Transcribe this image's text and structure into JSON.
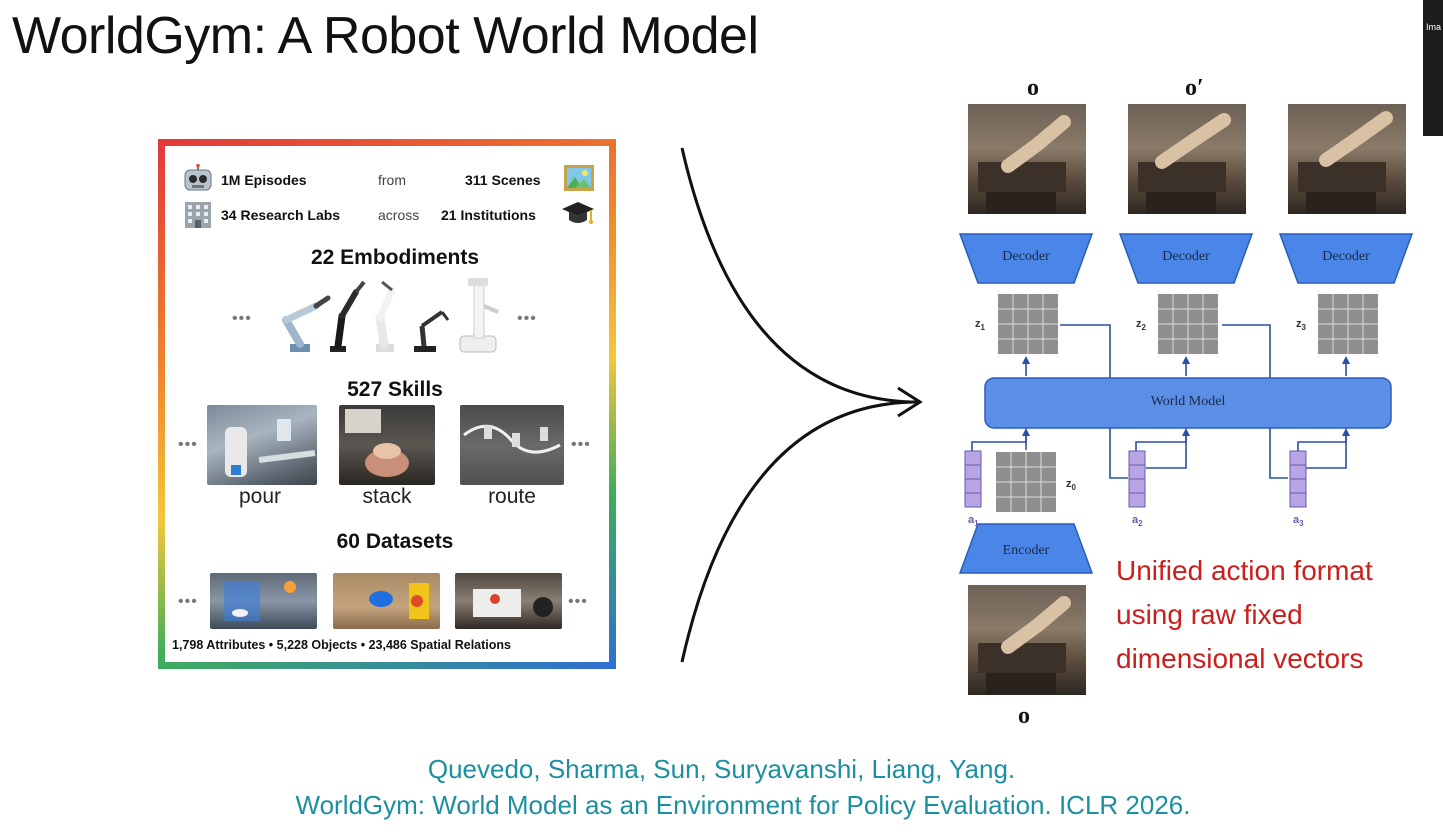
{
  "slide": {
    "title": "WorldGym: A Robot World Model",
    "side_tab_text": "Ima"
  },
  "dataset_panel": {
    "stats": {
      "episodes": "1M Episodes",
      "from": "from",
      "scenes": "311 Scenes",
      "labs": "34 Research Labs",
      "across": "across",
      "institutions": "21 Institutions"
    },
    "embodiments_heading": "22 Embodiments",
    "skills_heading": "527 Skills",
    "skills": [
      "pour",
      "stack",
      "route"
    ],
    "datasets_heading": "60 Datasets",
    "footer": "1,798 Attributes  •  5,228 Objects  •  23,486 Spatial Relations",
    "ellipsis": "•••"
  },
  "diagram": {
    "obs_top": [
      "o",
      "o′",
      ""
    ],
    "obs_bottom": "o",
    "decoder_label": "Decoder",
    "encoder_label": "Encoder",
    "world_model_label": "World Model",
    "latents": [
      "z",
      "z",
      "z"
    ],
    "latent_subs": [
      "1",
      "2",
      "3"
    ],
    "z0": "z",
    "z0_sub": "0",
    "actions": [
      "a",
      "a",
      "a"
    ],
    "action_subs": [
      "1",
      "2",
      "3"
    ],
    "colors": {
      "decoder": "#4a86e8",
      "world_model": "#5b8fe6",
      "latent_cell": "#8f8f8f",
      "action": "#b7a6e3",
      "edge": "#2a4f9e"
    }
  },
  "callout": [
    "Unified action format",
    "using raw fixed",
    "dimensional vectors"
  ],
  "citation": {
    "authors": "Quevedo, Sharma, Sun, Suryavanshi, Liang, Yang.",
    "paper": "WorldGym: World Model as an Environment for Policy Evaluation. ICLR 2026."
  }
}
